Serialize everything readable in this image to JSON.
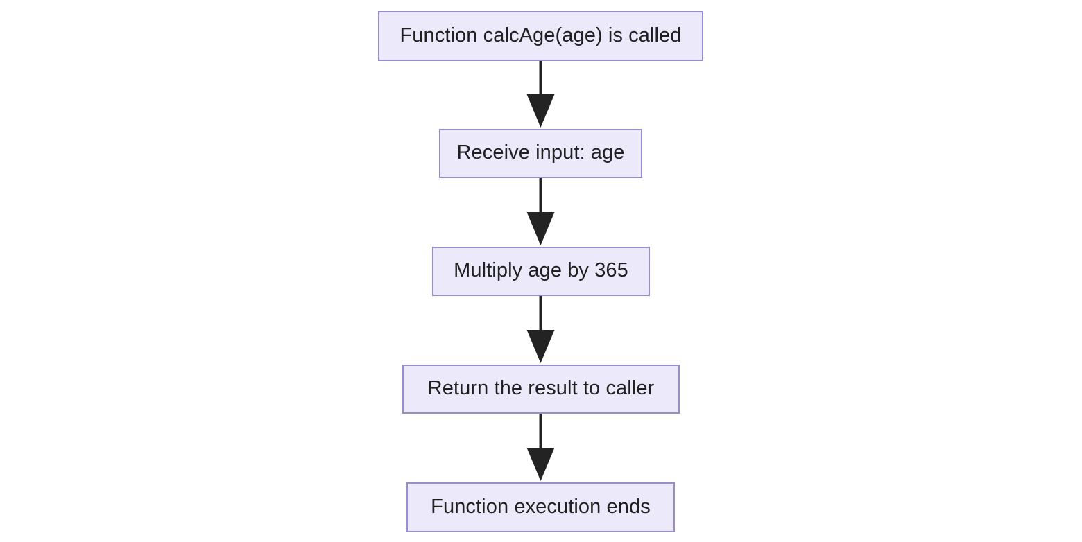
{
  "diagram": {
    "type": "flowchart",
    "direction": "top-to-bottom",
    "title": "",
    "colors": {
      "node_fill": "#ECEAFA",
      "node_border": "#9B8CC9",
      "node_text": "#1F2020",
      "edge_stroke": "#232323",
      "background": "#FFFFFF"
    },
    "nodes": [
      {
        "id": "start",
        "label": "Function calcAge(age) is called",
        "shape": "rectangle"
      },
      {
        "id": "input",
        "label": "Receive input: age",
        "shape": "rectangle"
      },
      {
        "id": "calc",
        "label": "Multiply age by 365",
        "shape": "rectangle"
      },
      {
        "id": "return",
        "label": "Return the result to caller",
        "shape": "rectangle"
      },
      {
        "id": "end",
        "label": "Function execution ends",
        "shape": "rectangle"
      }
    ],
    "edges": [
      {
        "from": "start",
        "to": "input",
        "label": "",
        "arrow": "arrowhead-down-icon"
      },
      {
        "from": "input",
        "to": "calc",
        "label": "",
        "arrow": "arrowhead-down-icon"
      },
      {
        "from": "calc",
        "to": "return",
        "label": "",
        "arrow": "arrowhead-down-icon"
      },
      {
        "from": "return",
        "to": "end",
        "label": "",
        "arrow": "arrowhead-down-icon"
      }
    ]
  }
}
